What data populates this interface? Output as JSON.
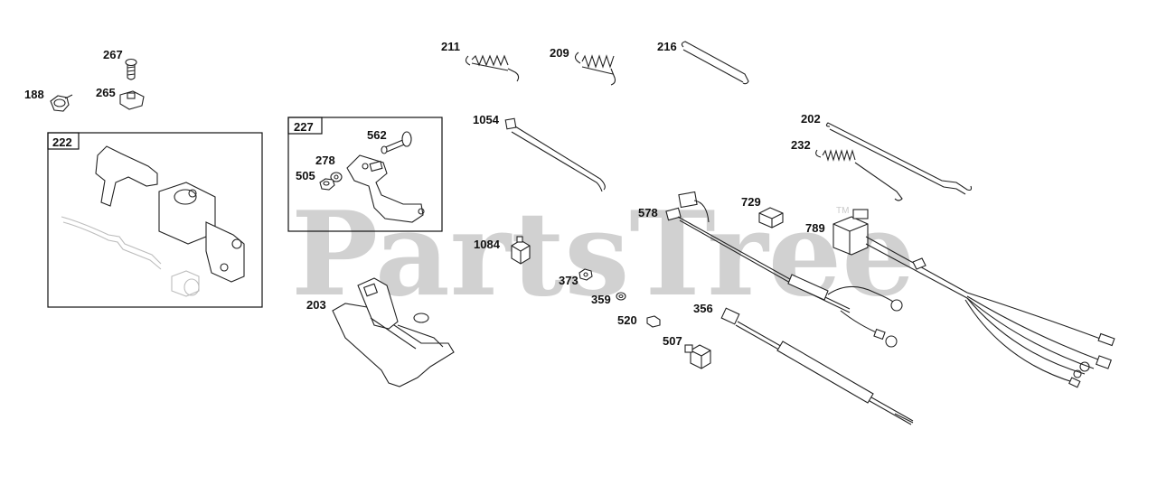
{
  "watermark": {
    "text": "PartsTree",
    "trademark": "TM"
  },
  "callouts": [
    {
      "id": "188",
      "label": "188"
    },
    {
      "id": "267",
      "label": "267"
    },
    {
      "id": "265",
      "label": "265"
    },
    {
      "id": "222",
      "label": "222",
      "boxed": true
    },
    {
      "id": "211",
      "label": "211"
    },
    {
      "id": "209",
      "label": "209"
    },
    {
      "id": "216",
      "label": "216"
    },
    {
      "id": "227",
      "label": "227",
      "boxed": true
    },
    {
      "id": "562",
      "label": "562"
    },
    {
      "id": "278",
      "label": "278"
    },
    {
      "id": "505",
      "label": "505"
    },
    {
      "id": "1054",
      "label": "1054"
    },
    {
      "id": "202",
      "label": "202"
    },
    {
      "id": "232",
      "label": "232"
    },
    {
      "id": "578",
      "label": "578"
    },
    {
      "id": "729",
      "label": "729"
    },
    {
      "id": "789",
      "label": "789"
    },
    {
      "id": "1084",
      "label": "1084"
    },
    {
      "id": "373",
      "label": "373"
    },
    {
      "id": "359",
      "label": "359"
    },
    {
      "id": "203",
      "label": "203"
    },
    {
      "id": "356",
      "label": "356"
    },
    {
      "id": "520",
      "label": "520"
    },
    {
      "id": "507",
      "label": "507"
    }
  ]
}
